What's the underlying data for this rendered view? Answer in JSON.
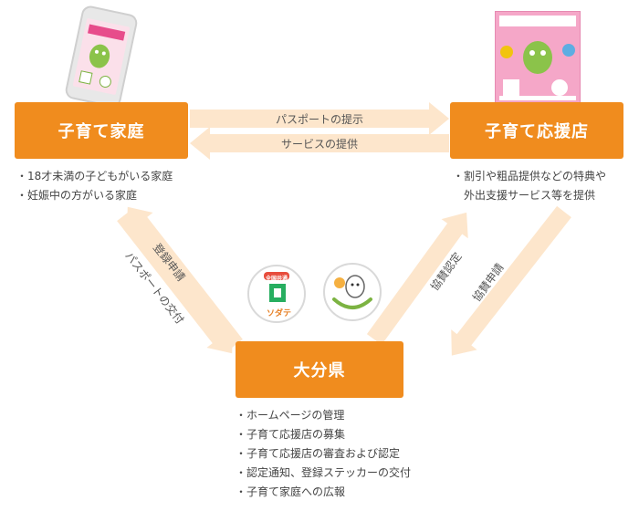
{
  "nodes": {
    "family": "子育て家庭",
    "shop": "子育て応援店",
    "prefecture": "大分県"
  },
  "edges": {
    "passport_present": "パスポートの提示",
    "service_provide": "サービスの提供",
    "registration_apply": "登録申請",
    "passport_issue": "パスポートの交付",
    "support_approval": "協賛認定",
    "support_apply": "協賛申請"
  },
  "family_desc": [
    "・18才未満の子どもがいる家庭",
    "・妊娠中の方がいる家庭"
  ],
  "shop_desc": [
    "・割引や粗品提供などの特典や",
    "　外出支援サービス等を提供"
  ],
  "prefecture_desc": [
    "・ホームページの管理",
    "・子育て応援店の募集",
    "・子育て応援店の審査および認定",
    "・認定通知、登録ステッカーの交付",
    "・子育て家庭への広報"
  ],
  "logos": {
    "soda_badge": "全国共通",
    "soda_text": "ソダテ"
  },
  "colors": {
    "box": "#f08c1e",
    "arrow": "#fde6cc",
    "phone_frame": "#cfcfcf",
    "poster": "#f5a7c8"
  },
  "icons": [
    "smartphone-icon",
    "poster-icon",
    "soda-logo-icon",
    "baby-logo-icon"
  ]
}
